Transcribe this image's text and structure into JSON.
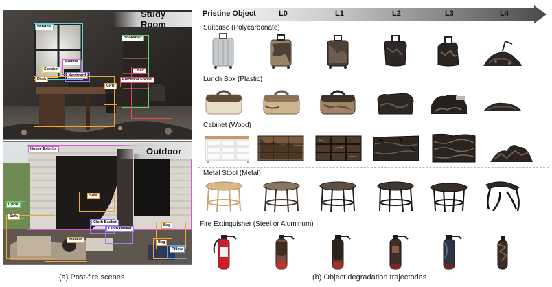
{
  "scenes": {
    "study_room": {
      "title": "Study Room",
      "labels": [
        "Window",
        "Monitor",
        "Bookshelf",
        "Speaker",
        "Keyboard",
        "Chair",
        "Desk",
        "CPU",
        "Electrical Socket"
      ]
    },
    "outdoor": {
      "title": "Outdoor",
      "labels": [
        "House Exterior",
        "Sofa",
        "Cycle",
        "Sofa",
        "Cloth Basket",
        "Cloth Basket",
        "Bag",
        "Blanket",
        "Bag",
        "Pillow"
      ]
    },
    "caption": "(a)  Post-fire scenes"
  },
  "trajectories": {
    "columns": [
      "Pristine Object",
      "L0",
      "L1",
      "L2",
      "L3",
      "L4"
    ],
    "rows": [
      {
        "title": "Suitcase (Polycarbonate)"
      },
      {
        "title": "Lunch Box (Plastic)"
      },
      {
        "title": "Cabinet (Wood)"
      },
      {
        "title": "Metal Stool (Metal)"
      },
      {
        "title": "Fire Extinguisher (Steel or Aluminum)"
      }
    ],
    "caption": "(b)  Object degradation trajectories"
  },
  "colors": {
    "arrow": "#555555",
    "char": "#2b241f",
    "ash": "#6e665e"
  }
}
